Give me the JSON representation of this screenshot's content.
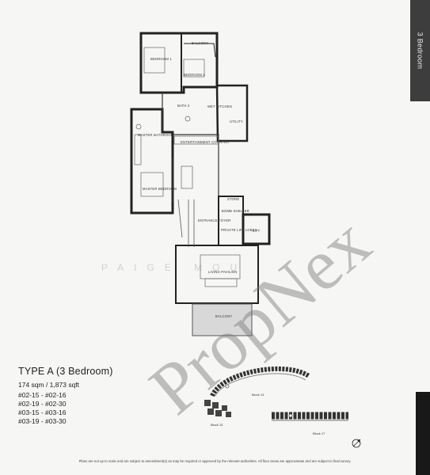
{
  "side_tab": {
    "label": "3 Bedroom"
  },
  "plan": {
    "rooms": {
      "bedroom1": "BEDROOM 1",
      "bedroom2": "BEDROOM 2",
      "balcony_top": "BALCONY",
      "bath2": "BATH 2",
      "wet_kitchen": "WET KITCHEN",
      "utility": "UTILITY",
      "master_bathroom": "MASTER BATHROOM",
      "entertainment_counter": "ENTERTAINMENT COUNTER",
      "master_bedroom": "MASTER BEDROOM",
      "entrance_foyer": "ENTRANCE FOYER",
      "private_lift_lobby": "PRIVATE LIFT LOBBY",
      "lift": "LIFT",
      "living_pavilion": "LIVING PAVILION",
      "balcony_bottom": "BALCONY",
      "store": "STORE",
      "bomb_shelter": "BOMB SHELTER"
    }
  },
  "watermark": {
    "main": "PropNex",
    "sub": "PAIGE MOU"
  },
  "info": {
    "title": "TYPE A (3 Bedroom)",
    "area": "174 sqm / 1,873 sqft",
    "units": [
      "#02-15 - #02-16",
      "#02-19 - #02-30",
      "#03-15 - #03-16",
      "#03-19 - #03-30"
    ]
  },
  "site_plan": {
    "block_a": "Block 13",
    "block_b": "Block 15",
    "block_c": "Block 17"
  },
  "footnote": "Plans are not up to scale and are subject to amendment(s) as may be required or approved by the relevant authorities. All floor areas are approximate and are subject to final survey."
}
